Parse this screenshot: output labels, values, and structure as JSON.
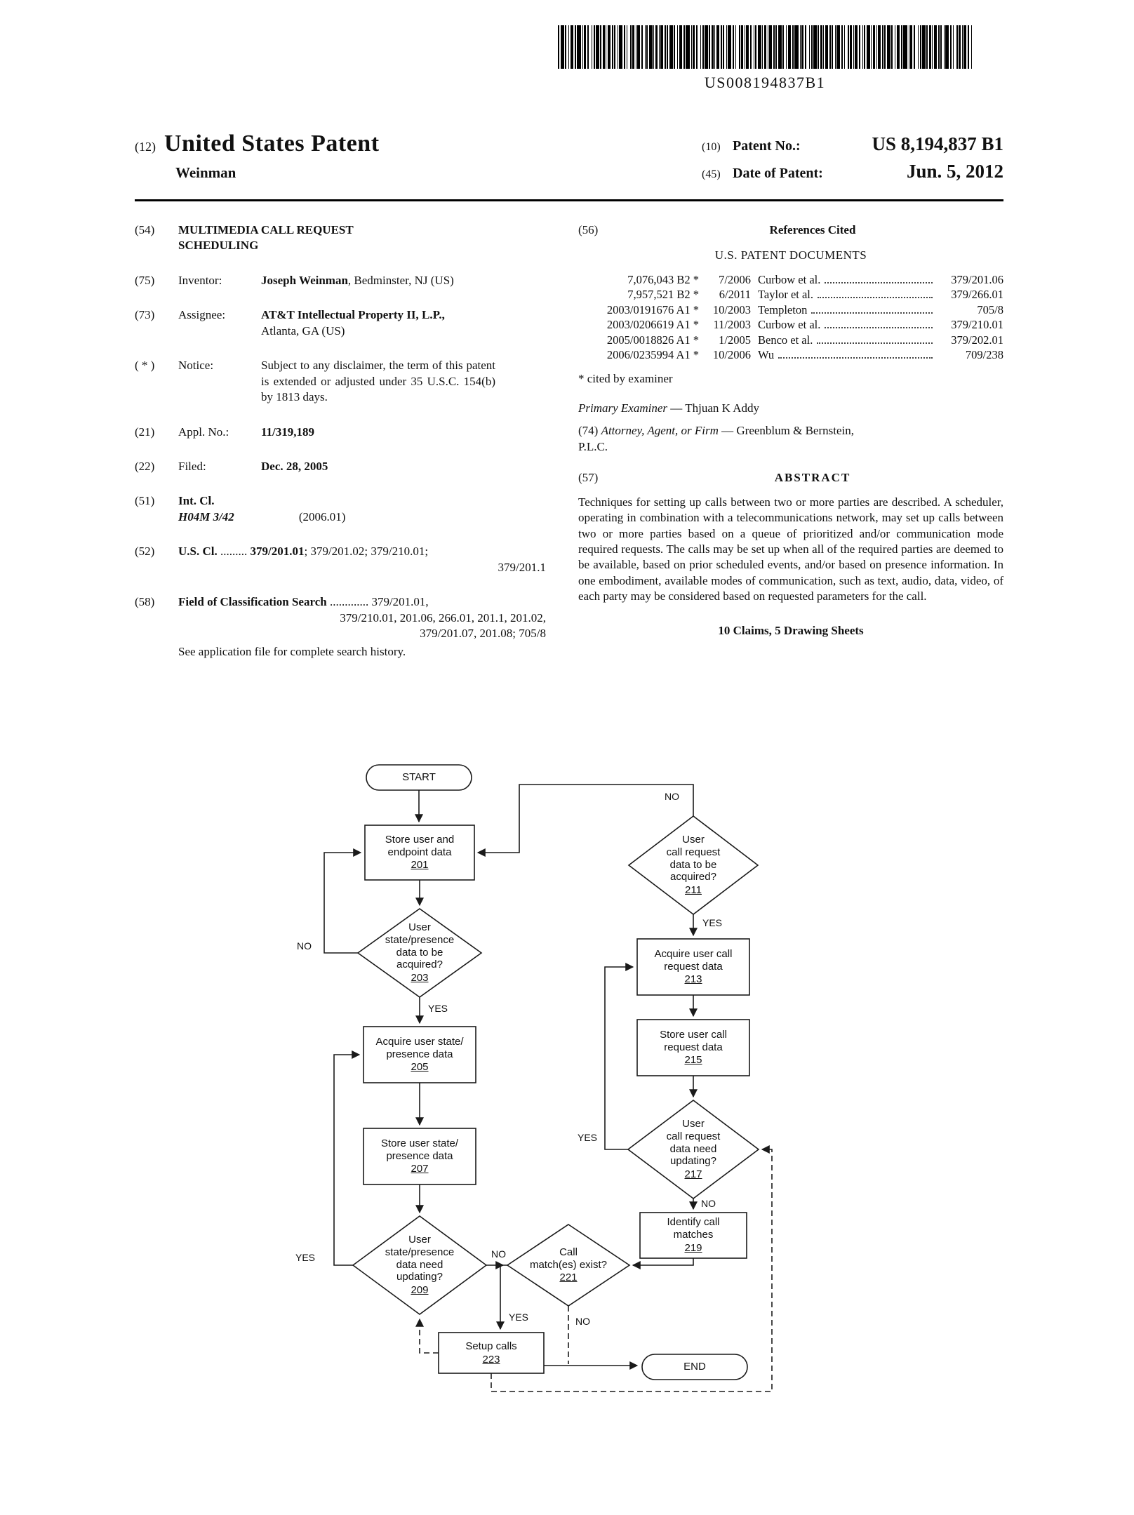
{
  "header": {
    "tag12": "(12)",
    "kind": "United States Patent",
    "inventor": "Weinman",
    "tag10": "(10)",
    "patent_no_label": "Patent No.:",
    "patent_no": "US 8,194,837 B1",
    "tag45": "(45)",
    "date_label": "Date of Patent:",
    "date": "Jun. 5, 2012",
    "barcode_text": "US008194837B1"
  },
  "left": {
    "f54": {
      "tag": "(54)",
      "line1": "MULTIMEDIA CALL REQUEST",
      "line2": "SCHEDULING"
    },
    "f75": {
      "tag": "(75)",
      "label": "Inventor:",
      "name": "Joseph Weinman",
      "rest": ", Bedminster, NJ (US)"
    },
    "f73": {
      "tag": "(73)",
      "label": "Assignee:",
      "name": "AT&T Intellectual Property II, L.P.,",
      "line2": "Atlanta, GA (US)"
    },
    "notice": {
      "tag": "( * )",
      "label": "Notice:",
      "text": "Subject to any disclaimer, the term of this patent is extended or adjusted under 35 U.S.C. 154(b) by 1813 days."
    },
    "f21": {
      "tag": "(21)",
      "label": "Appl. No.:",
      "value": "11/319,189"
    },
    "f22": {
      "tag": "(22)",
      "label": "Filed:",
      "value": "Dec. 28, 2005"
    },
    "f51": {
      "tag": "(51)",
      "label": "Int. Cl.",
      "cls": "H04M 3/42",
      "ver": "(2006.01)"
    },
    "f52": {
      "tag": "(52)",
      "label": "U.S. Cl.",
      "dots": ".........",
      "bold": "379/201.01",
      "rest": "; 379/201.02; 379/210.01;",
      "cont": "379/201.1"
    },
    "f58": {
      "tag": "(58)",
      "label": "Field of Classification Search",
      "dots": ".............",
      "v1": "379/201.01,",
      "v2": "379/210.01, 201.06, 266.01, 201.1, 201.02,",
      "v3": "379/201.07, 201.08;  705/8",
      "note": "See application file for complete search history."
    }
  },
  "right": {
    "refs": {
      "tag": "(56)",
      "heading": "References Cited",
      "subheading": "U.S. PATENT DOCUMENTS",
      "rows": [
        {
          "num": "7,076,043 B2 *",
          "date": "7/2006",
          "name": "Curbow et al.",
          "cls": "379/201.06"
        },
        {
          "num": "7,957,521 B2 *",
          "date": "6/2011",
          "name": "Taylor et al.",
          "cls": "379/266.01"
        },
        {
          "num": "2003/0191676 A1 *",
          "date": "10/2003",
          "name": "Templeton",
          "cls": "705/8"
        },
        {
          "num": "2003/0206619 A1 *",
          "date": "11/2003",
          "name": "Curbow et al.",
          "cls": "379/210.01"
        },
        {
          "num": "2005/0018826 A1 *",
          "date": "1/2005",
          "name": "Benco et al.",
          "cls": "379/202.01"
        },
        {
          "num": "2006/0235994 A1 *",
          "date": "10/2006",
          "name": "Wu",
          "cls": "709/238"
        }
      ],
      "footnote": "* cited by examiner"
    },
    "examiner": {
      "label": "Primary Examiner",
      "name": "— Thjuan K Addy"
    },
    "attorney": {
      "tag": "(74)",
      "label": "Attorney, Agent, or Firm",
      "name": "— Greenblum & Bernstein,",
      "line2": "P.L.C."
    },
    "abstract": {
      "tag": "(57)",
      "heading": "ABSTRACT",
      "text": "Techniques for setting up calls between two or more parties are described. A scheduler, operating in combination with a telecommunications network, may set up calls between two or more parties based on a queue of prioritized and/or communication mode required requests. The calls may be set up when all of the required parties are deemed to be available, based on prior scheduled events, and/or based on presence information. In one embodiment, available modes of communication, such as text, audio, data, video, of each party may be considered based on requested parameters for the call.",
      "claims": "10 Claims, 5 Drawing Sheets"
    }
  },
  "flowchart": {
    "nodes": {
      "start": {
        "label": "START"
      },
      "n201": {
        "label": "Store user and\nendpoint data",
        "ref": "201"
      },
      "n203": {
        "label": "User\nstate/presence\ndata to be\nacquired?",
        "ref": "203"
      },
      "n205": {
        "label": "Acquire user state/\npresence data",
        "ref": "205"
      },
      "n207": {
        "label": "Store user state/\npresence data",
        "ref": "207"
      },
      "n209": {
        "label": "User\nstate/presence\ndata need\nupdating?",
        "ref": "209"
      },
      "n211": {
        "label": "User\ncall request\ndata to be\nacquired?",
        "ref": "211"
      },
      "n213": {
        "label": "Acquire user call\nrequest data",
        "ref": "213"
      },
      "n215": {
        "label": "Store user call\nrequest data",
        "ref": "215"
      },
      "n217": {
        "label": "User\ncall request\ndata need\nupdating?",
        "ref": "217"
      },
      "n219": {
        "label": "Identify call\nmatches",
        "ref": "219"
      },
      "n221": {
        "label": "Call\nmatch(es) exist?",
        "ref": "221"
      },
      "n223": {
        "label": "Setup calls",
        "ref": "223"
      },
      "end": {
        "label": "END"
      }
    },
    "labels": {
      "l203_yes": "YES",
      "l203_no": "NO",
      "l209_yes": "YES",
      "l209_no": "NO",
      "l211_yes": "YES",
      "l211_no": "NO",
      "l217_yes": "YES",
      "l217_no": "NO",
      "l221_yes": "YES",
      "l221_no": "NO"
    }
  }
}
